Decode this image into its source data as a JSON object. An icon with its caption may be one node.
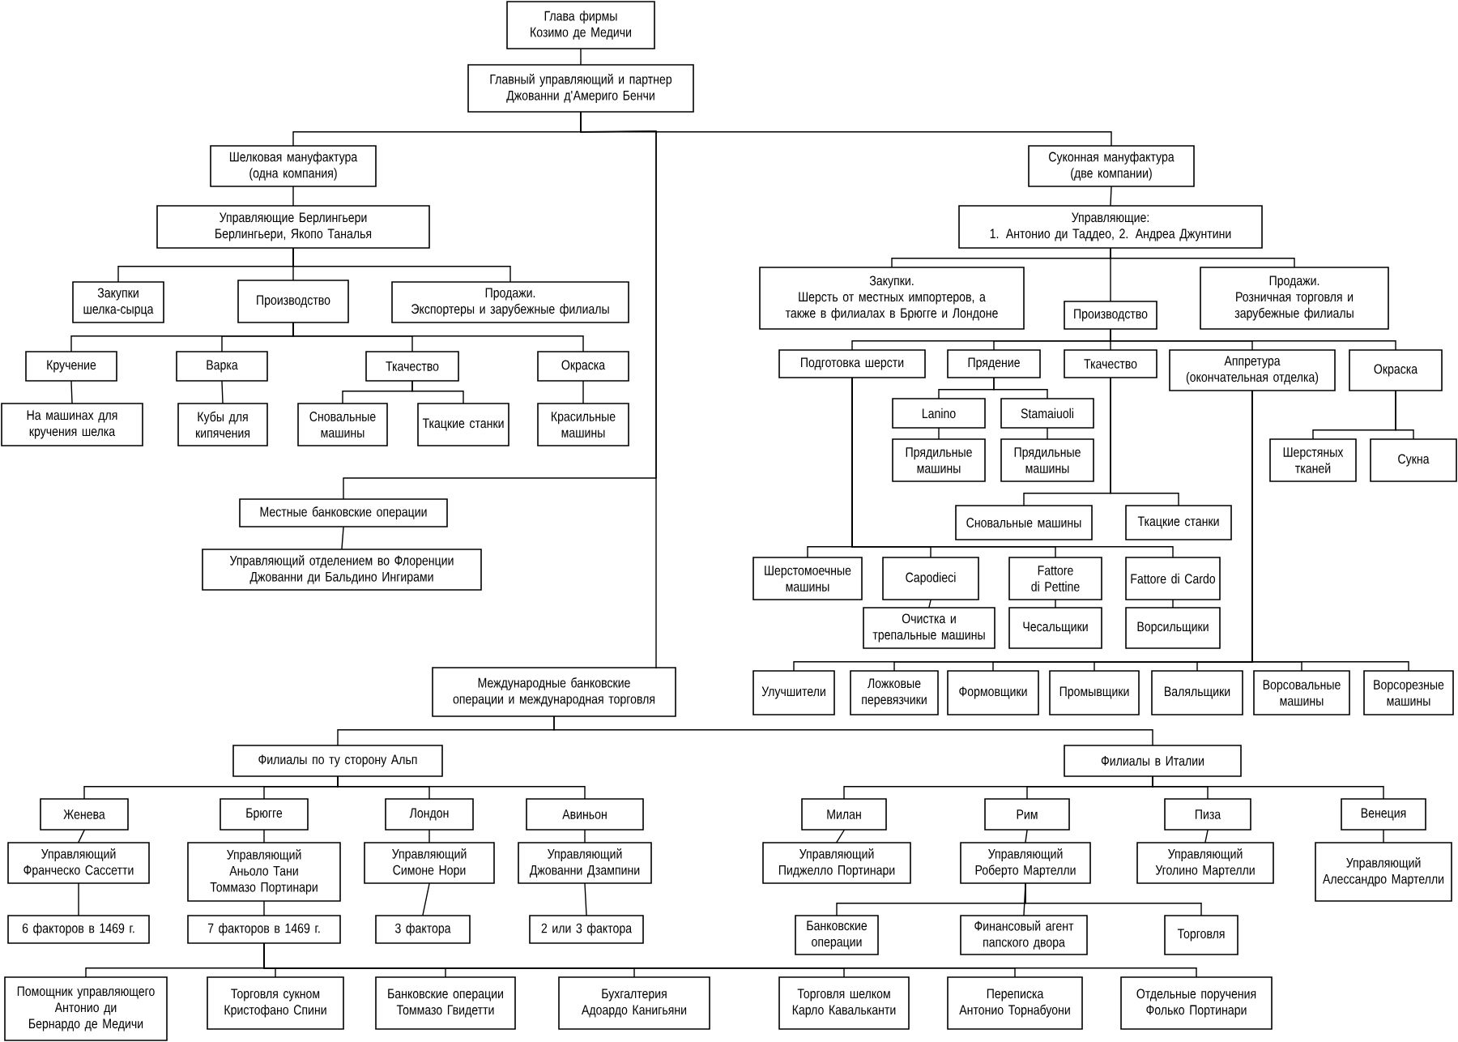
{
  "diagram": {
    "nodes": [
      {
        "text": [
          "Глава фирмы",
          "Козимо де Медичи"
        ]
      },
      {
        "text": [
          "Главный управляющий и партнер",
          "Джованни д'Америго Бенчи"
        ]
      },
      {
        "text": [
          "Шелковая мануфактура (одна компания)"
        ]
      },
      {
        "text": [
          "Суконная мануфактура (две компании)"
        ]
      },
      {
        "text": [
          "Управляющие Берлингьери Берлингьери, Якопо Таналья"
        ]
      },
      {
        "text": [
          "Управляющие:",
          "1. Антонио ди Таддео, 2. Андреа Джунтини"
        ]
      },
      {
        "text": [
          "Закупки шелка-сырца"
        ]
      },
      {
        "text": [
          "Производство"
        ]
      },
      {
        "text": [
          "Продажи.",
          "Экспортеры и зарубежные филиалы"
        ]
      },
      {
        "text": [
          "Закупки.",
          "Шерсть от местных импортеров, а также в филиалах в Брюгге и Лондоне"
        ]
      },
      {
        "text": [
          "Производство"
        ]
      },
      {
        "text": [
          "Продажи.",
          "Розничная торговля и зарубежные филиалы"
        ]
      },
      {
        "text": [
          "Кручение"
        ]
      },
      {
        "text": [
          "Варка"
        ]
      },
      {
        "text": [
          "Ткачество"
        ]
      },
      {
        "text": [
          "Окраска"
        ]
      },
      {
        "text": [
          "Подготовка шерсти"
        ]
      },
      {
        "text": [
          "Прядение"
        ]
      },
      {
        "text": [
          "Ткачество"
        ]
      },
      {
        "text": [
          "Аппретура (окончательная отделка)"
        ]
      },
      {
        "text": [
          "Окраска"
        ]
      },
      {
        "text": [
          "На машинах для кручения шелка"
        ]
      },
      {
        "text": [
          "Кубы для кипячения"
        ]
      },
      {
        "text": [
          "Сновальные машины"
        ]
      },
      {
        "text": [
          "Ткацкие станки"
        ]
      },
      {
        "text": [
          "Красильные машины"
        ]
      },
      {
        "text": [
          "Lanino"
        ]
      },
      {
        "text": [
          "Stamaiuoli"
        ]
      },
      {
        "text": [
          "Прядильные машины"
        ]
      },
      {
        "text": [
          "Прядильные машины"
        ]
      },
      {
        "text": [
          "Шерстяных тканей"
        ]
      },
      {
        "text": [
          "Сукна"
        ]
      },
      {
        "text": [
          "Сновальные машины"
        ]
      },
      {
        "text": [
          "Ткацкие станки"
        ]
      },
      {
        "text": [
          "Местные банковские операции"
        ]
      },
      {
        "text": [
          "Управляющий отделением во Флоренции",
          "Джованни ди Бальдино Ингирами"
        ]
      },
      {
        "text": [
          "Шерстомоечные машины"
        ]
      },
      {
        "text": [
          "Capodieci"
        ]
      },
      {
        "text": [
          "Fattore di Pettine"
        ]
      },
      {
        "text": [
          "Fattore di Cardo"
        ]
      },
      {
        "text": [
          "Очистка и трепальные машины"
        ]
      },
      {
        "text": [
          "Чесальщики"
        ]
      },
      {
        "text": [
          "Ворсильщики"
        ]
      },
      {
        "text": [
          "Международные банковские операции и международная торговля"
        ]
      },
      {
        "text": [
          "Улучшители"
        ]
      },
      {
        "text": [
          "Ложковые перевязчики"
        ]
      },
      {
        "text": [
          "Формовщики"
        ]
      },
      {
        "text": [
          "Промывщики"
        ]
      },
      {
        "text": [
          "Валяльщики"
        ]
      },
      {
        "text": [
          "Ворсовальные машины"
        ]
      },
      {
        "text": [
          "Ворсорезные машины"
        ]
      },
      {
        "text": [
          "Филиалы по ту сторону Альп"
        ]
      },
      {
        "text": [
          "Филиалы в Италии"
        ]
      },
      {
        "text": [
          "Женева"
        ]
      },
      {
        "text": [
          "Брюгге"
        ]
      },
      {
        "text": [
          "Лондон"
        ]
      },
      {
        "text": [
          "Авиньон"
        ]
      },
      {
        "text": [
          "Милан"
        ]
      },
      {
        "text": [
          "Рим"
        ]
      },
      {
        "text": [
          "Пиза"
        ]
      },
      {
        "text": [
          "Венеция"
        ]
      },
      {
        "text": [
          "Управляющий",
          "Франческо Сассетти"
        ]
      },
      {
        "text": [
          "Управляющий",
          "Аньоло Тани Томмазо Портинари"
        ]
      },
      {
        "text": [
          "Управляющий",
          "Симоне Нори"
        ]
      },
      {
        "text": [
          "Управляющий",
          "Джованни Дзампини"
        ]
      },
      {
        "text": [
          "Управляющий",
          "Пиджелло Портинари"
        ]
      },
      {
        "text": [
          "Управляющий",
          "Роберто Мартелли"
        ]
      },
      {
        "text": [
          "Управляющий",
          "Уголино Мартелли"
        ]
      },
      {
        "text": [
          "Управляющий",
          "Алессандро Мартелли"
        ]
      },
      {
        "text": [
          "6 факторов в 1469 г."
        ]
      },
      {
        "text": [
          "7 факторов в 1469 г."
        ]
      },
      {
        "text": [
          "3 фактора"
        ]
      },
      {
        "text": [
          "2 или 3 фактора"
        ]
      },
      {
        "text": [
          "Банковские операции"
        ]
      },
      {
        "text": [
          "Финансовый агент папского двора"
        ]
      },
      {
        "text": [
          "Торговля"
        ]
      },
      {
        "text": [
          "Помощник управляющего",
          "Антонио ди Бернардо де Медичи"
        ]
      },
      {
        "text": [
          "Торговля сукном",
          "Кристофано Спини"
        ]
      },
      {
        "text": [
          "Банковские операции",
          "Томмазо Гвидетти"
        ]
      },
      {
        "text": [
          "Бухгалтерия",
          "Адоардо Канигьяни"
        ]
      },
      {
        "text": [
          "Торговля шелком",
          "Карло Кавальканти"
        ]
      },
      {
        "text": [
          "Переписка",
          "Антонио Торнабуони"
        ]
      },
      {
        "text": [
          "Отдельные поручения",
          "Фолько Портинари"
        ]
      }
    ],
    "edges": [
      {
        "from": 0,
        "to": 1,
        "arrow": "none"
      },
      {
        "from": 1,
        "to": 2,
        "arrow": "none"
      },
      {
        "from": 1,
        "to": 3,
        "arrow": "none"
      },
      {
        "from": 1,
        "to": 34,
        "arrow": "none"
      },
      {
        "from": 1,
        "to": 43,
        "arrow": "none"
      },
      {
        "from": 2,
        "to": 4,
        "arrow": "none"
      },
      {
        "from": 3,
        "to": 5,
        "arrow": "none"
      },
      {
        "from": 4,
        "to": 6,
        "arrow": "none"
      },
      {
        "from": 4,
        "to": 7,
        "arrow": "none"
      },
      {
        "from": 4,
        "to": 8,
        "arrow": "none"
      },
      {
        "from": 5,
        "to": 9,
        "arrow": "none"
      },
      {
        "from": 5,
        "to": 10,
        "arrow": "none"
      },
      {
        "from": 5,
        "to": 11,
        "arrow": "none"
      },
      {
        "from": 7,
        "to": 12,
        "arrow": "none"
      },
      {
        "from": 7,
        "to": 13,
        "arrow": "none"
      },
      {
        "from": 7,
        "to": 14,
        "arrow": "none"
      },
      {
        "from": 7,
        "to": 15,
        "arrow": "none"
      },
      {
        "from": 10,
        "to": 16,
        "arrow": "none"
      },
      {
        "from": 10,
        "to": 17,
        "arrow": "none"
      },
      {
        "from": 10,
        "to": 18,
        "arrow": "none"
      },
      {
        "from": 10,
        "to": 19,
        "arrow": "none"
      },
      {
        "from": 10,
        "to": 20,
        "arrow": "none"
      },
      {
        "from": 12,
        "to": 21,
        "arrow": "none"
      },
      {
        "from": 13,
        "to": 22,
        "arrow": "none"
      },
      {
        "from": 14,
        "to": 23,
        "arrow": "none"
      },
      {
        "from": 14,
        "to": 24,
        "arrow": "none"
      },
      {
        "from": 15,
        "to": 25,
        "arrow": "none"
      },
      {
        "from": 17,
        "to": 26,
        "arrow": "none"
      },
      {
        "from": 17,
        "to": 27,
        "arrow": "none"
      },
      {
        "from": 26,
        "to": 28,
        "arrow": "none"
      },
      {
        "from": 27,
        "to": 29,
        "arrow": "none"
      },
      {
        "from": 20,
        "to": 30,
        "arrow": "none"
      },
      {
        "from": 20,
        "to": 31,
        "arrow": "none"
      },
      {
        "from": 18,
        "to": 32,
        "arrow": "none"
      },
      {
        "from": 18,
        "to": 33,
        "arrow": "none"
      },
      {
        "from": 34,
        "to": 35,
        "arrow": "none"
      },
      {
        "from": 16,
        "to": 36,
        "arrow": "none"
      },
      {
        "from": 16,
        "to": 37,
        "arrow": "none"
      },
      {
        "from": 16,
        "to": 38,
        "arrow": "none"
      },
      {
        "from": 16,
        "to": 39,
        "arrow": "none"
      },
      {
        "from": 37,
        "to": 40,
        "arrow": "none"
      },
      {
        "from": 38,
        "to": 41,
        "arrow": "none"
      },
      {
        "from": 39,
        "to": 42,
        "arrow": "none"
      },
      {
        "from": 19,
        "to": 44,
        "arrow": "none"
      },
      {
        "from": 19,
        "to": 45,
        "arrow": "none"
      },
      {
        "from": 19,
        "to": 46,
        "arrow": "none"
      },
      {
        "from": 19,
        "to": 47,
        "arrow": "none"
      },
      {
        "from": 19,
        "to": 48,
        "arrow": "none"
      },
      {
        "from": 19,
        "to": 49,
        "arrow": "none"
      },
      {
        "from": 19,
        "to": 50,
        "arrow": "none"
      },
      {
        "from": 43,
        "to": 51,
        "arrow": "none"
      },
      {
        "from": 43,
        "to": 52,
        "arrow": "none"
      },
      {
        "from": 51,
        "to": 53,
        "arrow": "none"
      },
      {
        "from": 51,
        "to": 54,
        "arrow": "none"
      },
      {
        "from": 51,
        "to": 55,
        "arrow": "none"
      },
      {
        "from": 51,
        "to": 56,
        "arrow": "none"
      },
      {
        "from": 52,
        "to": 57,
        "arrow": "none"
      },
      {
        "from": 52,
        "to": 58,
        "arrow": "none"
      },
      {
        "from": 52,
        "to": 59,
        "arrow": "none"
      },
      {
        "from": 52,
        "to": 60,
        "arrow": "none"
      },
      {
        "from": 53,
        "to": 61,
        "arrow": "none"
      },
      {
        "from": 54,
        "to": 62,
        "arrow": "none"
      },
      {
        "from": 55,
        "to": 63,
        "arrow": "none"
      },
      {
        "from": 56,
        "to": 64,
        "arrow": "none"
      },
      {
        "from": 57,
        "to": 65,
        "arrow": "none"
      },
      {
        "from": 58,
        "to": 66,
        "arrow": "none"
      },
      {
        "from": 59,
        "to": 67,
        "arrow": "none"
      },
      {
        "from": 60,
        "to": 68,
        "arrow": "none"
      },
      {
        "from": 61,
        "to": 69,
        "arrow": "none"
      },
      {
        "from": 62,
        "to": 70,
        "arrow": "none"
      },
      {
        "from": 63,
        "to": 71,
        "arrow": "none"
      },
      {
        "from": 64,
        "to": 72,
        "arrow": "none"
      },
      {
        "from": 66,
        "to": 73,
        "arrow": "none"
      },
      {
        "from": 66,
        "to": 74,
        "arrow": "none"
      },
      {
        "from": 66,
        "to": 75,
        "arrow": "none"
      },
      {
        "from": 70,
        "to": 76,
        "arrow": "none"
      },
      {
        "from": 70,
        "to": 77,
        "arrow": "none"
      },
      {
        "from": 70,
        "to": 78,
        "arrow": "none"
      },
      {
        "from": 70,
        "to": 79,
        "arrow": "none"
      },
      {
        "from": 70,
        "to": 80,
        "arrow": "none"
      },
      {
        "from": 70,
        "to": 81,
        "arrow": "none"
      },
      {
        "from": 70,
        "to": 82,
        "arrow": "none"
      }
    ]
  }
}
